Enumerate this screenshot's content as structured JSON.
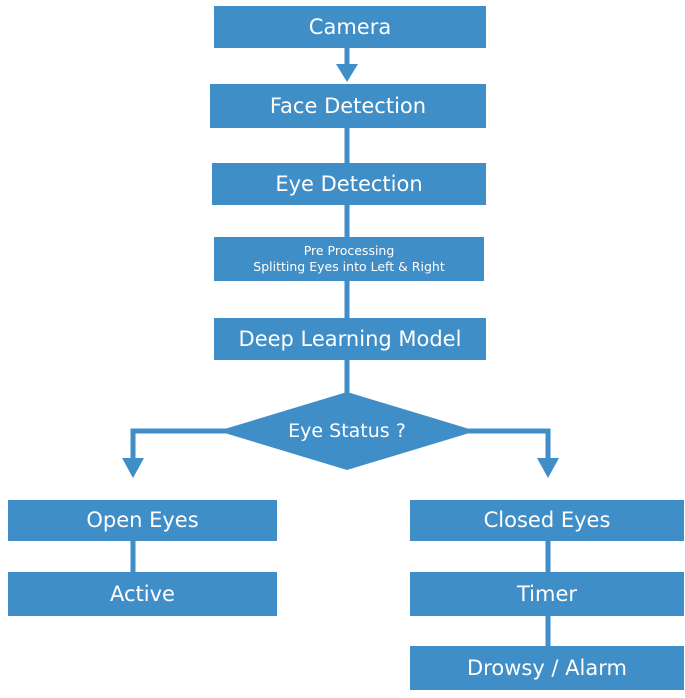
{
  "colors": {
    "box": "#3f8ec8",
    "connector": "#3f8ec8",
    "text": "#ffffff"
  },
  "nodes": {
    "camera": "Camera",
    "face_detection": "Face Detection",
    "eye_detection": "Eye Detection",
    "pre_processing_line1": "Pre Processing",
    "pre_processing_line2": "Splitting Eyes into Left & Right",
    "deep_learning": "Deep Learning Model",
    "decision": "Eye Status ?",
    "open_eyes": "Open Eyes",
    "active": "Active",
    "closed_eyes": "Closed Eyes",
    "timer": "Timer",
    "drowsy_alarm": "Drowsy / Alarm"
  }
}
